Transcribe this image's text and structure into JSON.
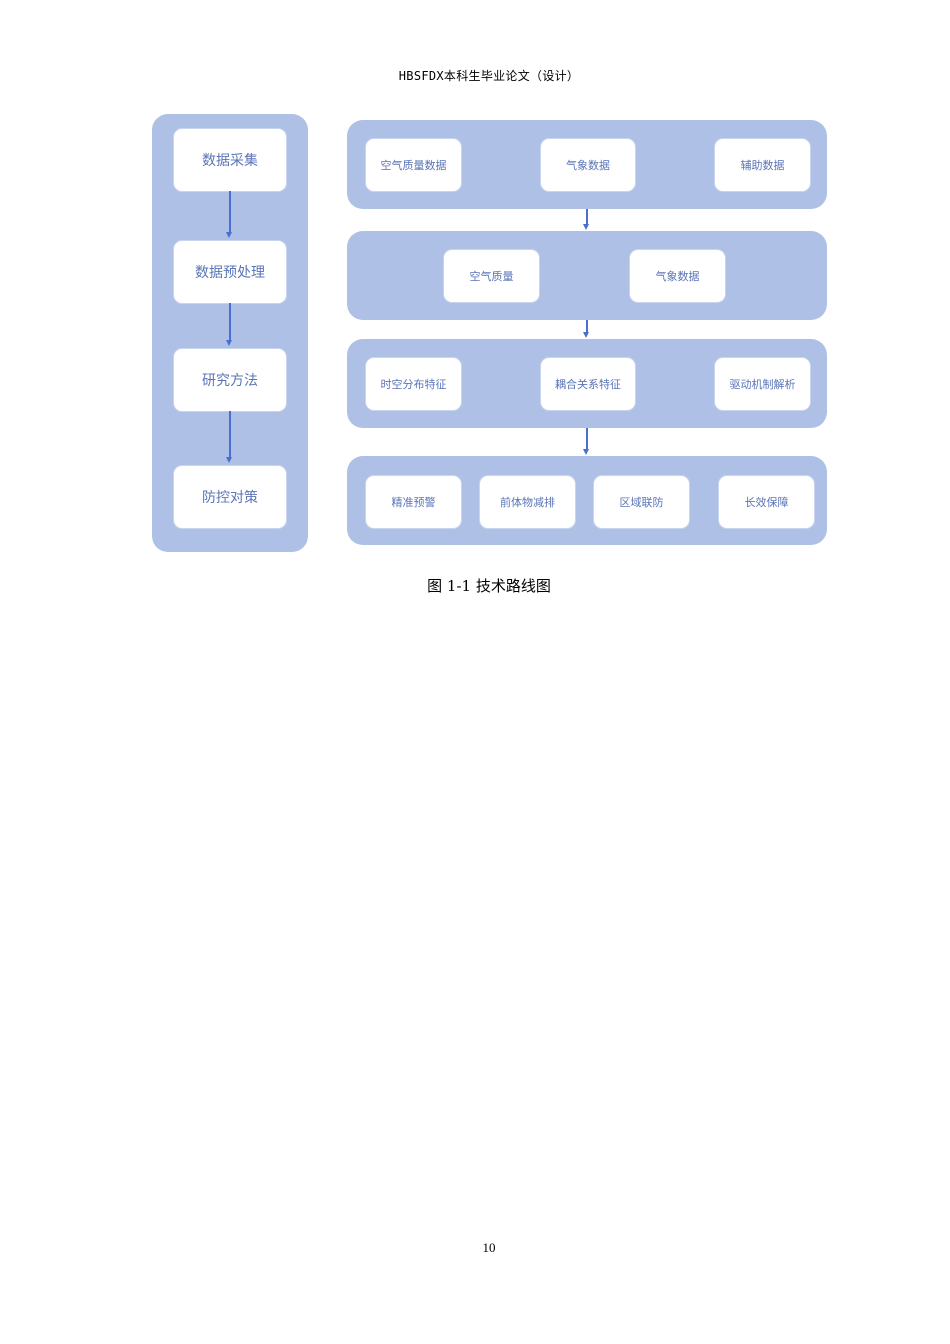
{
  "header": {
    "text": "HBSFDX本科生毕业论文（设计）"
  },
  "left_column": {
    "steps": [
      "数据采集",
      "数据预处理",
      "研究方法",
      "防控对策"
    ]
  },
  "right_column": {
    "rows": [
      {
        "items": [
          "空气质量数据",
          "气象数据",
          "辅助数据"
        ]
      },
      {
        "items": [
          "空气质量",
          "气象数据"
        ]
      },
      {
        "items": [
          "时空分布特征",
          "耦合关系特征",
          "驱动机制解析"
        ]
      },
      {
        "items": [
          "精准预警",
          "前体物减排",
          "区域联防",
          "长效保障"
        ]
      }
    ]
  },
  "caption": {
    "text": "图 1-1  技术路线图"
  },
  "page_number": {
    "text": "10"
  },
  "colors": {
    "panel": "#aec0e6",
    "box_text": "#5a74b8",
    "arrow": "#4a6fd0"
  }
}
